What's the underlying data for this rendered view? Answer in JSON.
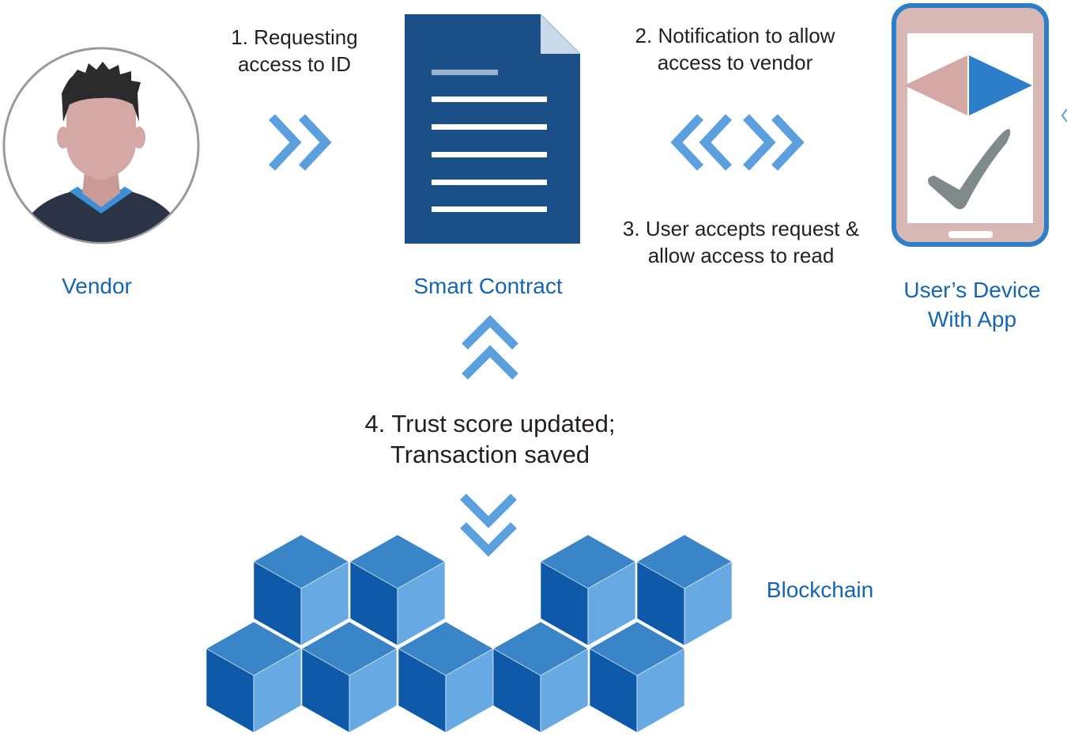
{
  "steps": {
    "step1": [
      "1. Requesting",
      "access to ID"
    ],
    "step2": [
      "2. Notification to allow",
      "access to vendor"
    ],
    "step3": [
      "3. User accepts request &",
      "allow access to read"
    ],
    "step4": [
      "4. Trust score updated;",
      "Transaction saved"
    ]
  },
  "nodes": {
    "vendor": "Vendor",
    "smart_contract": "Smart Contract",
    "device": [
      "User’s Device",
      "With App"
    ],
    "blockchain": "Blockchain"
  },
  "colors": {
    "label_blue": "#1565b0",
    "arrow_blue": "#5b9fde",
    "doc_blue": "#1a4f87",
    "skin": "#d4a8a4",
    "hair": "#2b2b2b",
    "shirt": "#2b3446",
    "collar": "#3d8fd6",
    "phone_frame": "#2d7ec9",
    "phone_body": "#d8b8b5",
    "check_gray": "#7f8a8a",
    "pink_triangle": "#d4a8a4",
    "blue_triangle": "#2d7ec9",
    "cube_top": "#3a85c8",
    "cube_left": "#0f5aa8",
    "cube_right": "#67a9e2"
  },
  "icons": [
    "avatar-icon",
    "document-icon",
    "phone-icon",
    "check-icon",
    "play-icon",
    "chevron-right-icon",
    "chevron-left-icon",
    "chevron-up-icon",
    "chevron-down-icon",
    "cube-icon"
  ]
}
